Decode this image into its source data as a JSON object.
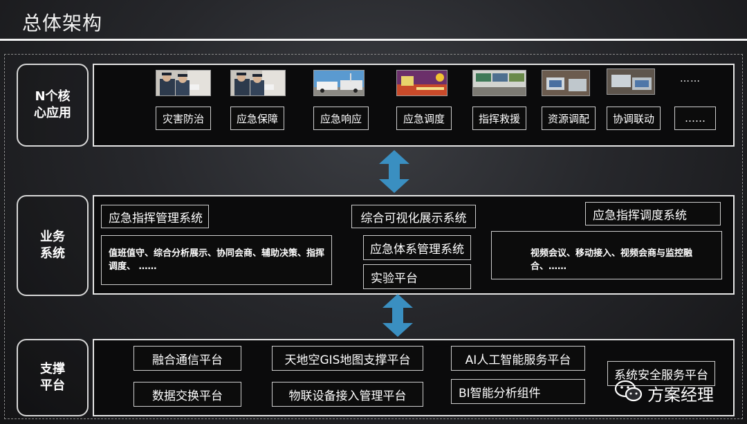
{
  "header": {
    "title": "总体架构"
  },
  "rows": {
    "apps": {
      "label": "N个核\n心应用"
    },
    "business": {
      "label": "业务\n系统"
    },
    "support": {
      "label": "支撑\n平台"
    }
  },
  "apps": {
    "items": [
      "灾害防治",
      "应急保障",
      "应急响应",
      "应急调度",
      "指挥救援",
      "资源调配",
      "协调联动",
      "……"
    ],
    "top_ellipsis": "……"
  },
  "business": {
    "mgmt_title": "应急指挥管理系统",
    "mgmt_desc": "值班值守、综合分析展示、协同会商、辅助决策、指挥调度、 ……",
    "viz_title": "综合可视化展示系统",
    "system_mgmt": "应急体系管理系统",
    "lab_platform": "实验平台",
    "dispatch_title": "应急指挥调度系统",
    "dispatch_desc": "视频会议、移动接入、视频会商与监控融合、……"
  },
  "support": {
    "comm": "融合通信平台",
    "gis": "天地空GIS地图支撑平台",
    "ai": "AI人工智能服务平台",
    "security": "系统安全服务平台",
    "exchange": "数据交换平台",
    "iot": "物联设备接入管理平台",
    "bi": "BI智能分析组件"
  },
  "watermark": {
    "text": "方案经理"
  },
  "colors": {
    "arrow": "#3a8fc1",
    "background": "#2a2b2f",
    "panel": "#0b0b0c"
  }
}
